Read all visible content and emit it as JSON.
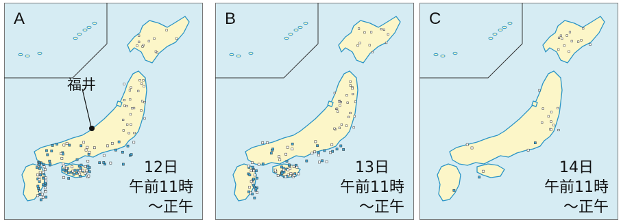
{
  "colors": {
    "sea": "#d6ecf3",
    "land": "#fcf6c8",
    "coast": "#2a94c6",
    "rain": "#3fa6d6",
    "station": "#ffffff"
  },
  "panels": [
    {
      "letter": "A",
      "day": "12日",
      "time": "午前11時",
      "end": "～正午",
      "city_label": "福井",
      "rain_level": 0.85
    },
    {
      "letter": "B",
      "day": "13日",
      "time": "午前11時",
      "end": "～正午",
      "rain_level": 0.65
    },
    {
      "letter": "C",
      "day": "14日",
      "time": "午前11時",
      "end": "～正午",
      "rain_level": 0.05
    }
  ]
}
